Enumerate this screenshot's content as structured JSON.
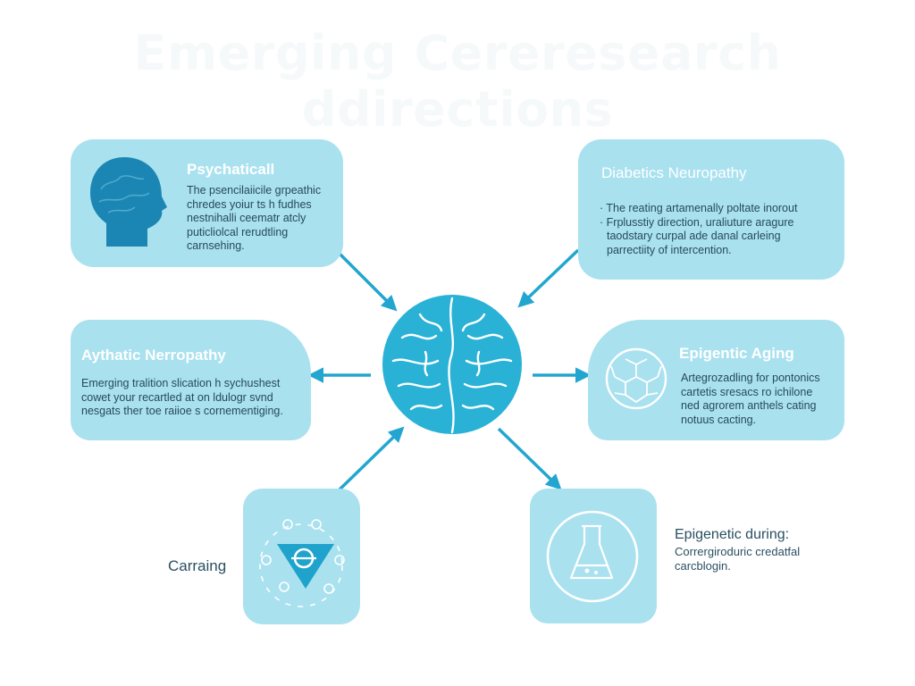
{
  "title": "Emerging Cereresearch ddirections",
  "cards": {
    "psych": {
      "title": "Psychaticall",
      "lines": [
        "The psencilaiicile grpeathic",
        "chredes yoiur ts h fudhes",
        "nestnihalli ceematr atcly",
        "puticliolcal rerudtling",
        "carnsehing."
      ],
      "icon": "head-profile-icon"
    },
    "diabetic": {
      "title": "Diabetics Neuropathy",
      "bullets": [
        "The reating artamenally poltate inorout",
        "Frplusstiy direction, uraliuture aragure",
        "taodstary curpal ade danal carleing",
        "parrectiity of intercention."
      ]
    },
    "aythatic": {
      "title": "Aythatic Nerropathy",
      "lines": [
        "Emerging tralition slication h sychushest",
        "cowet your recartled at on ldulogr svnd",
        "nesgats ther toe raiioe s cornementiging."
      ]
    },
    "epigenetic": {
      "title": "Epigentic Aging",
      "lines": [
        "Artegrozadling for pontonics",
        "cartetis sresacs ro ichilone",
        "ned agrorem anthels cating",
        "notuus cacting."
      ],
      "icon": "cell-sphere-icon"
    },
    "carraing": {
      "label": "Carraing",
      "icon": "triangle-network-icon"
    },
    "during": {
      "title": "Epigenetic during:",
      "lines": [
        "Corrergiroduric credatfal",
        "carcblogin."
      ],
      "icon": "flask-icon"
    }
  },
  "center": {
    "icon": "brain-icon"
  },
  "colors": {
    "card": "#a9e1ef",
    "arrow": "#22a6cf",
    "brain": "#29b2d6",
    "head": "#1b86b4"
  }
}
